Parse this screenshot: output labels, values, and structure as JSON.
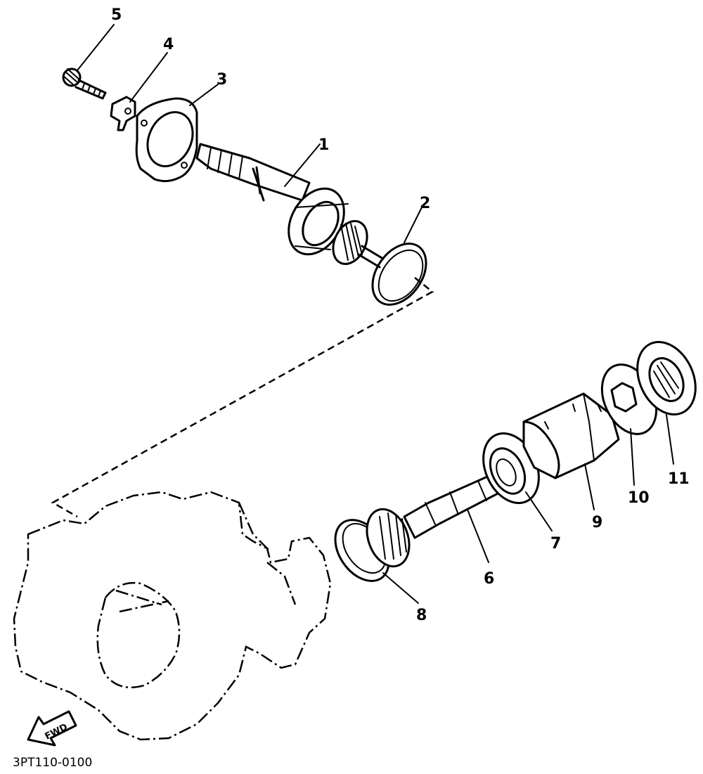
{
  "diagram_code": "3PT110-0100",
  "fwd_label": "FWD",
  "callouts": {
    "c1": "1",
    "c2": "2",
    "c3": "3",
    "c4": "4",
    "c5": "5",
    "c6": "6",
    "c7": "7",
    "c8": "8",
    "c9": "9",
    "c10": "10",
    "c11": "11"
  }
}
